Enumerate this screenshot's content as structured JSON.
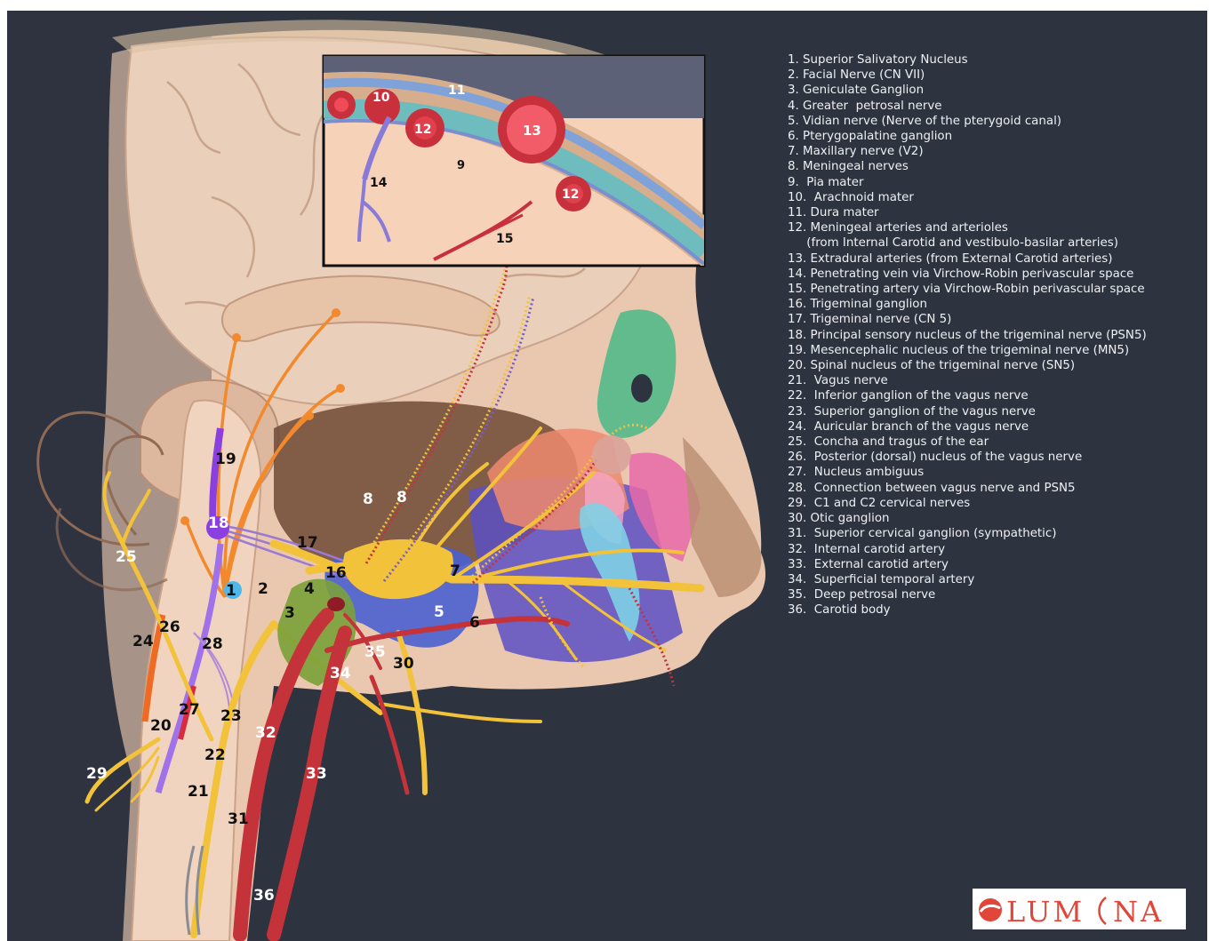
{
  "legend": [
    "1. Superior Salivatory Nucleus",
    "2. Facial Nerve (CN VII)",
    "3. Geniculate Ganglion",
    "4. Greater  petrosal nerve",
    "5. Vidian nerve (Nerve of the pterygoid canal)",
    "6. Pterygopalatine ganglion",
    "7. Maxillary nerve (V2)",
    "8. Meningeal nerves",
    "9.  Pia mater",
    "10.  Arachnoid mater",
    "11. Dura mater",
    "12. Meningeal arteries and arterioles",
    "     (from Internal Carotid and vestibulo-basilar arteries)",
    "13. Extradural arteries (from External Carotid arteries)",
    "14. Penetrating vein via Virchow-Robin perivascular space",
    "15. Penetrating artery via Virchow-Robin perivascular space",
    "16. Trigeminal ganglion",
    "17. Trigeminal nerve (CN 5)",
    "18. Principal sensory nucleus of the trigeminal nerve (PSN5)",
    "19. Mesencephalic nucleus of the trigeminal nerve (MN5)",
    "20. Spinal nucleus of the trigeminal nerve (SN5)",
    "21.  Vagus nerve",
    "22.  Inferior ganglion of the vagus nerve",
    "23.  Superior ganglion of the vagus nerve",
    "24.  Auricular branch of the vagus nerve",
    "25.  Concha and tragus of the ear",
    "26.  Posterior (dorsal) nucleus of the vagus nerve",
    "27.  Nucleus ambiguus",
    "28.  Connection between vagus nerve and PSN5",
    "29.  C1 and C2 cervical nerves",
    "30. Otic ganglion",
    "31.  Superior cervical ganglion (sympathetic)",
    "32.  Internal carotid artery",
    "33.  External carotid artery",
    "34.  Superficial temporal artery",
    "35.  Deep petrosal nerve",
    "36.  Carotid body"
  ],
  "labels": {
    "n1": "1",
    "n2": "2",
    "n3": "3",
    "n4": "4",
    "n5": "5",
    "n6": "6",
    "n7": "7",
    "n8a": "8",
    "n8b": "8",
    "n9": "9",
    "n10": "10",
    "n11": "11",
    "n12a": "12",
    "n12b": "12",
    "n13": "13",
    "n14": "14",
    "n15": "15",
    "n16": "16",
    "n17": "17",
    "n18": "18",
    "n19": "19",
    "n20": "20",
    "n21": "21",
    "n22": "22",
    "n23": "23",
    "n24": "24",
    "n25": "25",
    "n26": "26",
    "n27": "27",
    "n28": "28",
    "n29": "29",
    "n30": "30",
    "n31": "31",
    "n32": "32",
    "n33": "33",
    "n34": "34",
    "n35": "35",
    "n36": "36"
  },
  "logo": {
    "text": "LUM",
    "text2": "NA"
  },
  "colors": {
    "background": "#2e3340",
    "skin": "#f3cdb2",
    "brain": "#e9c7ae",
    "nerve": "#f2c23a",
    "artery": "#c4323a",
    "facial_nerve": "#7a5cc8",
    "orange_fibers": "#f2892c",
    "logo_red": "#e0463a"
  }
}
